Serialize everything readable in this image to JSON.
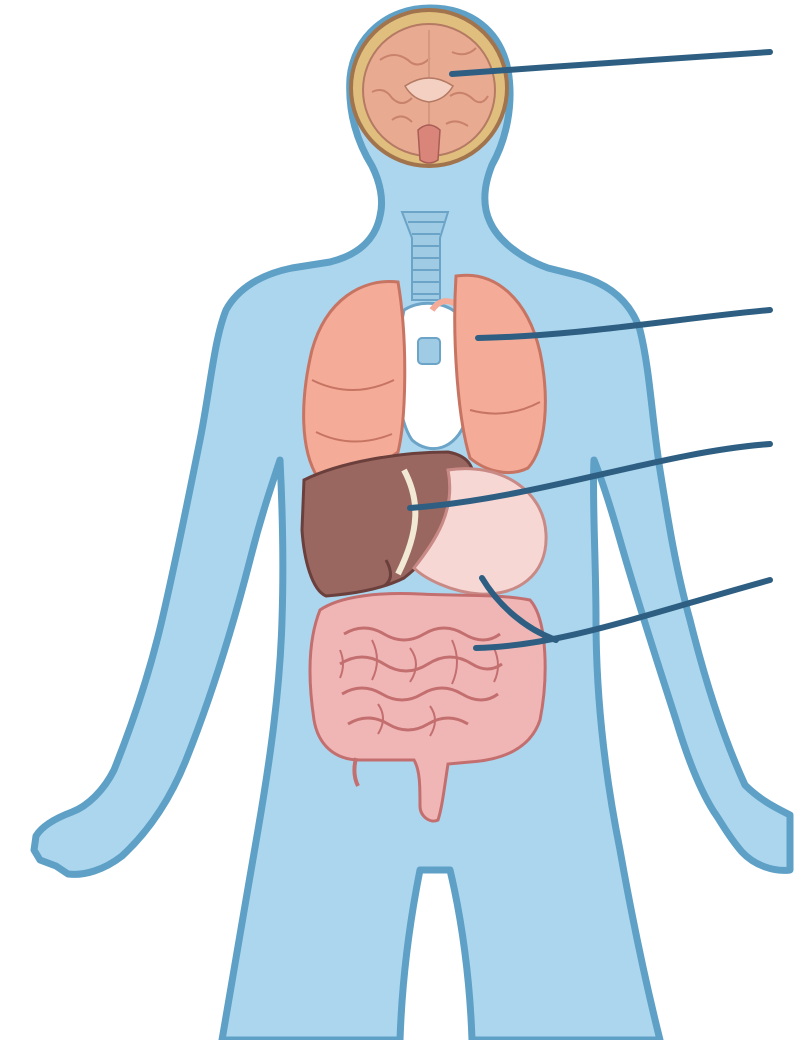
{
  "diagram": {
    "type": "anatomy-organ-labeling",
    "labels": [
      {
        "id": "brain",
        "target": "brain-icon",
        "text": ""
      },
      {
        "id": "lungs",
        "target": "lungs-icon",
        "text": ""
      },
      {
        "id": "liver",
        "target": "liver-icon",
        "text": ""
      },
      {
        "id": "stomach-intestines",
        "target": "intestines-icon",
        "text": ""
      }
    ],
    "colors": {
      "body_fill": "#acd6ee",
      "body_outline": "#5ea0c6",
      "leader_line": "#2e5f82",
      "lung": "#f4ab98",
      "liver": "#9a6760",
      "stomach": "#f7d7d4",
      "intestine": "#f0b6b5",
      "trachea": "#9fcbe4",
      "brain": "#e9aa92",
      "skull": "#e0bf7e"
    }
  }
}
